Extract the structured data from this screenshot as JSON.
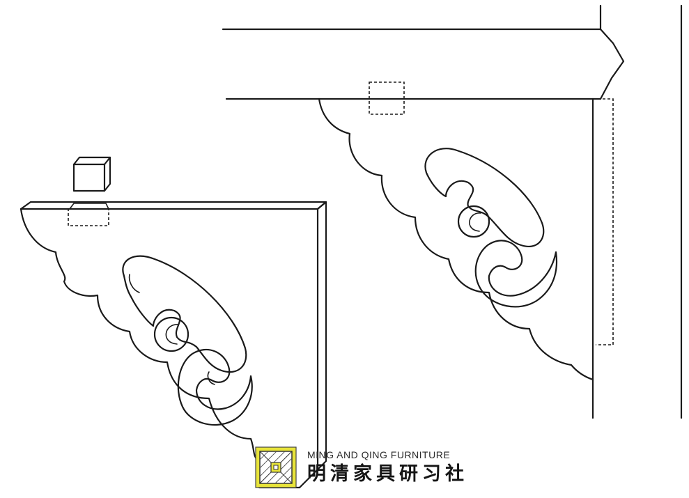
{
  "watermark": {
    "title_en": "MING AND QING FURNITURE",
    "title_zh": "明清家具研习社",
    "logo_icon": "square-lattice-logo-icon",
    "logo_color": "#e8e43a"
  },
  "drawing": {
    "subject": "two carved spandrel brackets",
    "ink_color": "#1a1a1a"
  }
}
